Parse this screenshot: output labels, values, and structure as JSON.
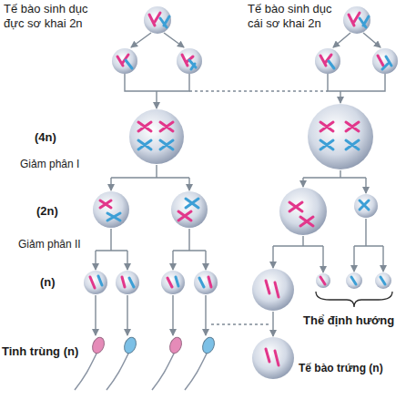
{
  "diagram": {
    "labels": [
      "Tế bào sinh dục đực sơ khai 2n",
      "Tế bào sinh dục cái sơ khai 2n",
      "(4n)",
      "Giảm phân I",
      "(2n)",
      "Giảm phân II",
      "(n)",
      "Thể định hướng",
      "Tinh trùng (n)",
      "Tế bào trứng (n)"
    ]
  }
}
